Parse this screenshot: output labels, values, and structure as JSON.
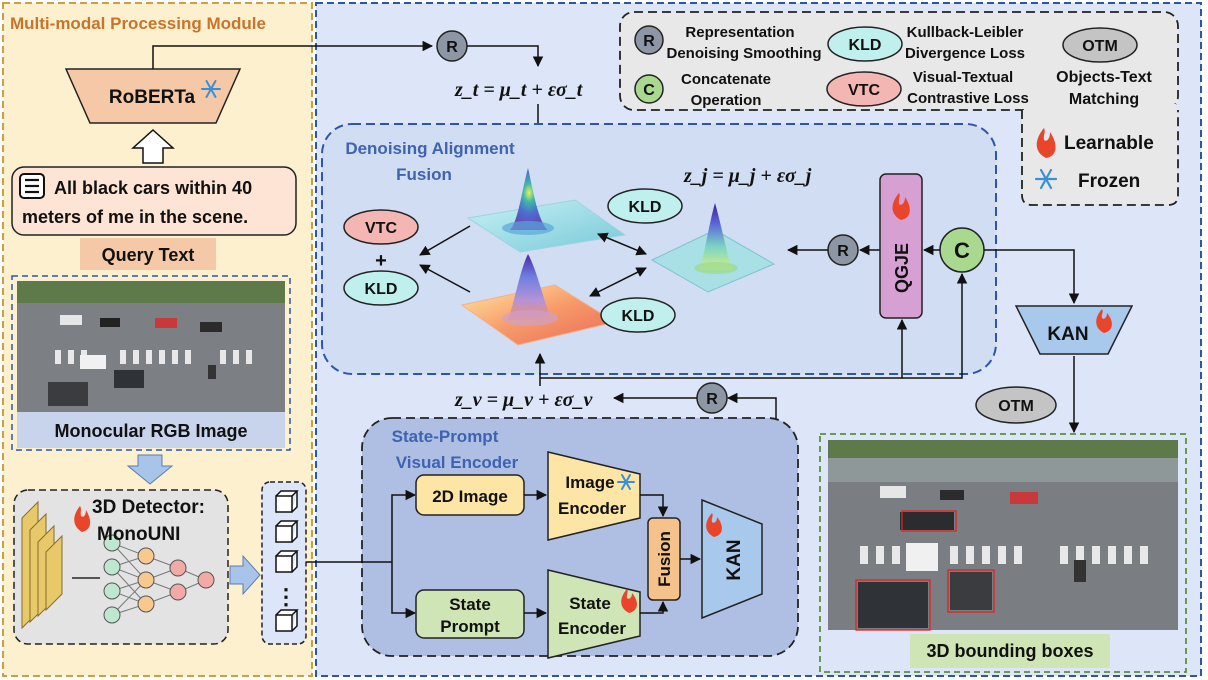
{
  "left_panel": {
    "title": "Multi-modal Processing Module",
    "roberta_label": "RoBERTa",
    "query_text_line1": "All black cars within 40",
    "query_text_line2": "meters of me in the scene.",
    "query_text_caption": "Query Text",
    "image_caption": "Monocular RGB Image",
    "detector_line1": "3D Detector:",
    "detector_line2": "MonoUNI"
  },
  "legend": {
    "r_symbol": "R",
    "r_line1": "Representation",
    "r_line2": "Denoising Smoothing",
    "kld_symbol": "KLD",
    "kld_line1": "Kullback-Leibler",
    "kld_line2": "Divergence Loss",
    "otm_symbol": "OTM",
    "otm_line1": "Objects-Text",
    "otm_line2": "Matching",
    "c_symbol": "C",
    "c_line1": "Concatenate",
    "c_line2": "Operation",
    "vtc_symbol": "VTC",
    "vtc_line1": "Visual-Textual",
    "vtc_line2": "Contrastive Loss",
    "learnable": "Learnable",
    "frozen": "Frozen"
  },
  "formulas": {
    "zt": "z_t = μ_t + εσ_t",
    "zj": "z_j = μ_j + εσ_j",
    "zv": "z_v = μ_v + εσ_v"
  },
  "denoising": {
    "title_line1": "Denoising Alignment",
    "title_line2": "Fusion",
    "vtc": "VTC",
    "plus": "+",
    "kld_left": "KLD",
    "kld_top": "KLD",
    "kld_bottom": "KLD",
    "r": "R",
    "qgje": "QGJE",
    "c": "C"
  },
  "kan_right": "KAN",
  "otm_right": "OTM",
  "r_top": "R",
  "r_bottom": "R",
  "visual_encoder": {
    "title_line1": "State-Prompt",
    "title_line2": "Visual Encoder",
    "image_2d": "2D Image",
    "image_encoder_line1": "Image",
    "image_encoder_line2": "Encoder",
    "state_prompt_line1": "State",
    "state_prompt_line2": "Prompt",
    "state_encoder_line1": "State",
    "state_encoder_line2": "Encoder",
    "fusion": "Fusion",
    "kan": "KAN"
  },
  "object_list_ellipsis": "⋮",
  "output_caption": "3D bounding boxes",
  "colors": {
    "left_bg": "#fdf0cf",
    "left_border": "#c9a13d",
    "main_bg": "#dde6f8",
    "main_border": "#2e56a8",
    "inner_dashed": "#2f4f8f",
    "roberta_fill": "#f5c9a8",
    "query_fill": "#fde4d4",
    "caption_fill": "#f5c9a8",
    "image_caption_fill": "#c8d3ec",
    "r_fill": "#8d96a4",
    "c_fill": "#a9d88f",
    "kld_fill": "#bff0ee",
    "vtc_fill": "#f4b6b2",
    "otm_fill": "#c4c4c4",
    "qgje_fill": "#d7a0d3",
    "kan_fill": "#a8c8ec",
    "yellow_box": "#fde5a6",
    "green_box": "#cfe5b5",
    "fusion_fill": "#f6c28b",
    "output_border": "#5d8f3a",
    "output_caption_fill": "#cfe5b5"
  }
}
